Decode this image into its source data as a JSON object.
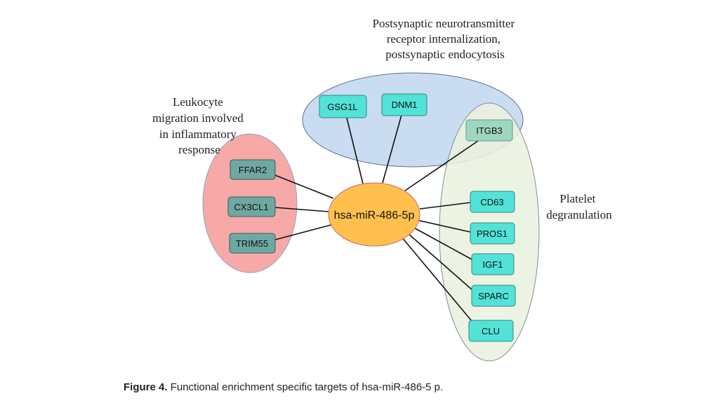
{
  "clusters": {
    "leukocyte": {
      "label_lines": [
        "Leukocyte",
        "migration involved",
        "in inflammatory",
        "response"
      ],
      "fill": "#f7a9a8"
    },
    "postsynaptic": {
      "label_lines": [
        "Postsynaptic neurotransmitter",
        "receptor internalization,",
        "postsynaptic endocytosis"
      ],
      "fill": "#c6d9f0"
    },
    "platelet": {
      "label_lines": [
        "Platelet",
        "degranulation"
      ],
      "fill": "#ebf1de"
    }
  },
  "center": {
    "label": "hsa-miR-486-5p",
    "fill": "#ffc04d"
  },
  "nodes": {
    "ffar2": "FFAR2",
    "cx3cl1": "CX3CL1",
    "trim55": "TRIM55",
    "gsg1l": "GSG1L",
    "dnm1": "DNM1",
    "itgb3": "ITGB3",
    "cd63": "CD63",
    "pros1": "PROS1",
    "igf1": "IGF1",
    "sparc": "SPARC",
    "clu": "CLU"
  },
  "colors": {
    "dark_node": "#6fa8a3",
    "light_node": "#52e2d8",
    "itgb3_node": "#9fd6c0"
  },
  "caption": {
    "prefix": "Figure 4.",
    "text": " Functional enrichment specific targets of hsa-miR-486-5 p."
  }
}
